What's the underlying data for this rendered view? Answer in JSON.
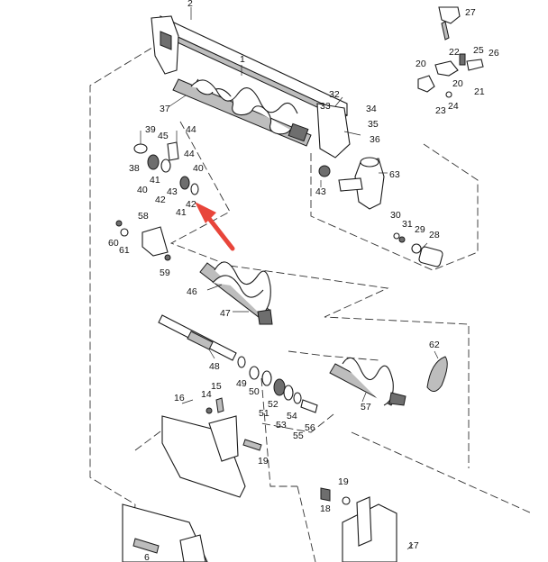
{
  "colors": {
    "line": "#1a1a1a",
    "callout_arrow": "#e8453a",
    "background": "#ffffff"
  },
  "labels": {
    "n1": "1",
    "n2": "2",
    "n6": "6",
    "n14": "14",
    "n15": "15",
    "n16": "16",
    "n17": "17",
    "n18": "18",
    "n19a": "19",
    "n19b": "19",
    "n20a": "20",
    "n20b": "20",
    "n21": "21",
    "n22": "22",
    "n23": "23",
    "n24": "24",
    "n25": "25",
    "n26": "26",
    "n27": "27",
    "n28": "28",
    "n29": "29",
    "n30": "30",
    "n31": "31",
    "n32": "32",
    "n33": "33",
    "n34": "34",
    "n35": "35",
    "n36": "36",
    "n37": "37",
    "n38": "38",
    "n39": "39",
    "n40a": "40",
    "n40b": "40",
    "n41a": "41",
    "n41b": "41",
    "n42a": "42",
    "n42b": "42",
    "n43a": "43",
    "n43b": "43",
    "n44a": "44",
    "n44b": "44",
    "n45": "45",
    "n46": "46",
    "n47": "47",
    "n48": "48",
    "n49": "49",
    "n50": "50",
    "n51": "51",
    "n52": "52",
    "n53": "53",
    "n54": "54",
    "n55": "55",
    "n56": "56",
    "n57": "57",
    "n58": "58",
    "n59": "59",
    "n60": "60",
    "n61": "61",
    "n62": "62",
    "n63": "63"
  }
}
